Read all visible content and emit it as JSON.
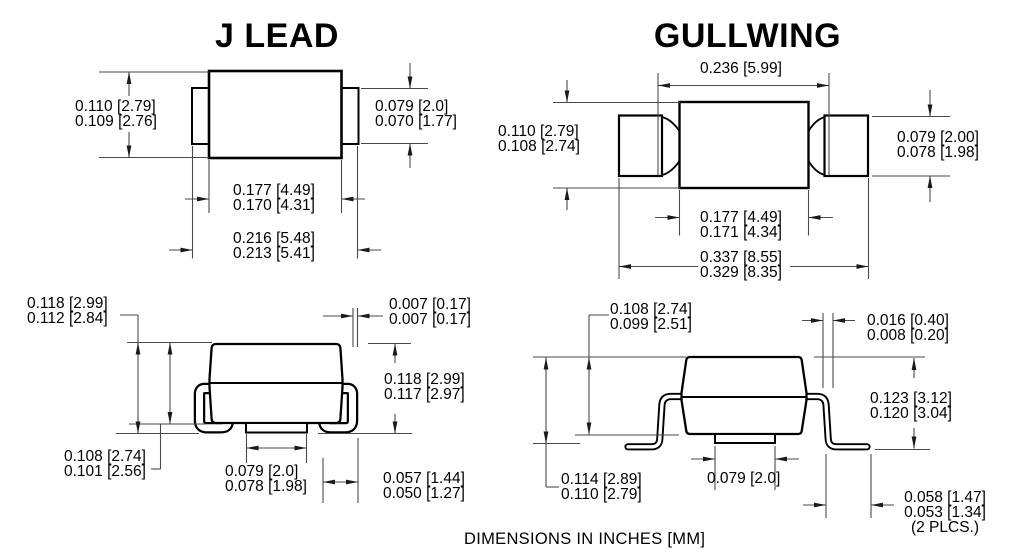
{
  "page": {
    "footer": "DIMENSIONS IN INCHES [MM]"
  },
  "jlead": {
    "title": "J LEAD",
    "top_view": {
      "body_height": [
        "0.110 [2.79]",
        "0.109 [2.76]"
      ],
      "tab_height": [
        "0.079 [2.0]",
        "0.070 [1.77]"
      ],
      "body_width": [
        "0.177 [4.49]",
        "0.170 [4.31]"
      ],
      "overall_width": [
        "0.216 [5.48]",
        "0.213 [5.41]"
      ]
    },
    "side_view": {
      "overall_height_left": [
        "0.118 [2.99]",
        "0.112 [2.84]"
      ],
      "lead_thickness": [
        "0.007 [0.17]",
        "0.007 [0.17]"
      ],
      "overall_height_right": [
        "0.118 [2.99]",
        "0.117 [2.97]"
      ],
      "body_height": [
        "0.108 [2.74]",
        "0.101 [2.56]"
      ],
      "tab_width": [
        "0.079 [2.0]",
        "0.078 [1.98]"
      ],
      "lead_foot_width": [
        "0.057 [1.44]",
        "0.050 [1.27]"
      ]
    }
  },
  "gullwing": {
    "title": "GULLWING",
    "top_view": {
      "inner_lead_span": "0.236 [5.99]",
      "body_height": [
        "0.110 [2.79]",
        "0.108 [2.74]"
      ],
      "pad_height": [
        "0.079 [2.00]",
        "0.078 [1.98]"
      ],
      "body_width": [
        "0.177 [4.49]",
        "0.171 [4.34]"
      ],
      "overall_width": [
        "0.337 [8.55]",
        "0.329 [8.35]"
      ]
    },
    "side_view": {
      "body_height": [
        "0.108 [2.74]",
        "0.099 [2.51]"
      ],
      "lead_thickness": [
        "0.016 [0.40]",
        "0.008 [0.20]"
      ],
      "overall_height": [
        "0.123 [3.12]",
        "0.120 [3.04]"
      ],
      "seating_height": [
        "0.114 [2.89]",
        "0.110 [2.79]"
      ],
      "tab_width": "0.079 [2.0]",
      "foot_length": [
        "0.058 [1.47]",
        "0.053 [1.34]",
        "(2 PLCS.)"
      ]
    }
  }
}
